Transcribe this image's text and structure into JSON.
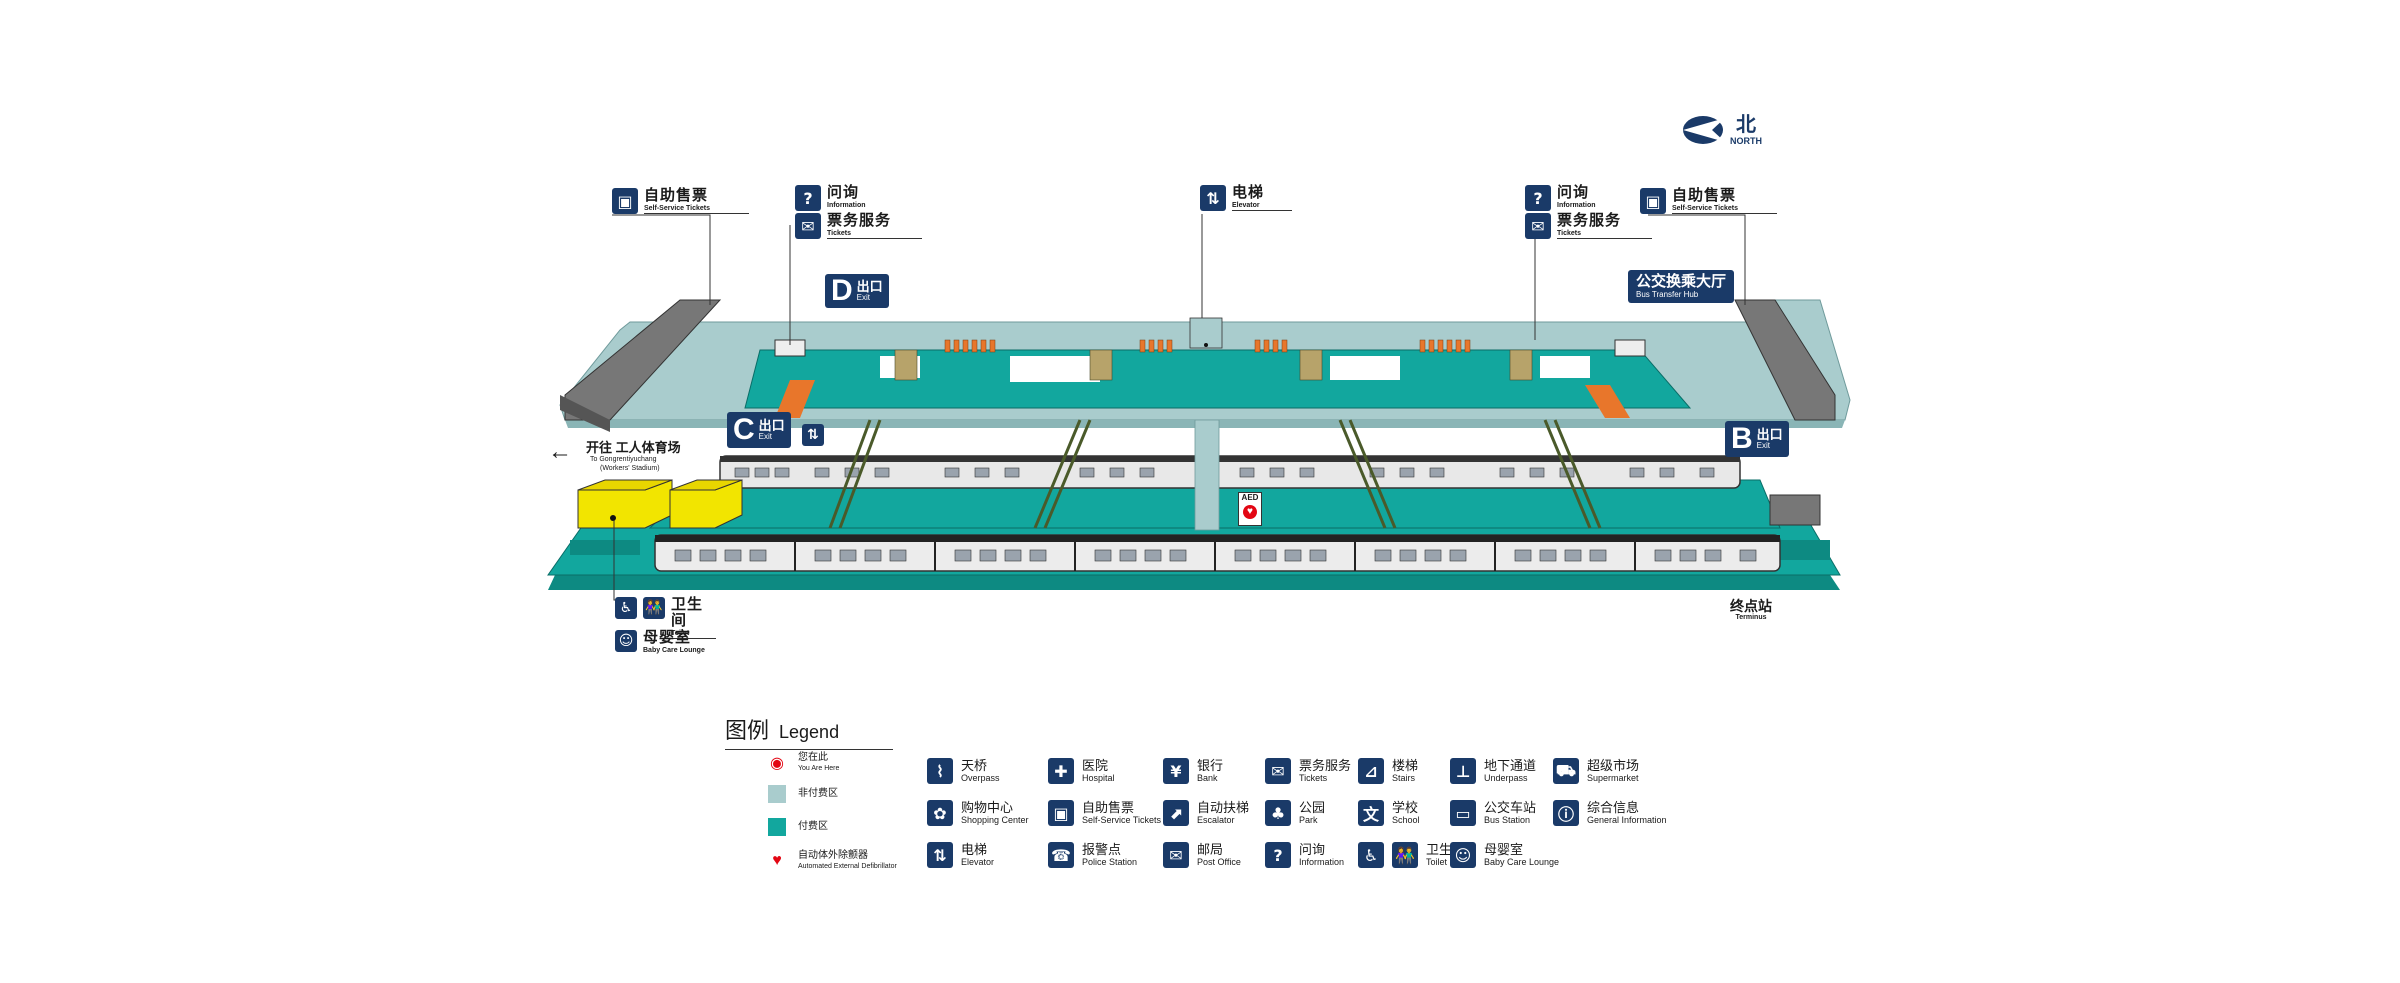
{
  "north": {
    "cn": "北",
    "en": "NORTH"
  },
  "callouts": {
    "self_service_left": {
      "cn": "自助售票",
      "en": "Self-Service Tickets",
      "icon": "ticket-machine-icon"
    },
    "info_left": {
      "cn": "问询",
      "en": "Information",
      "icon": "question-icon"
    },
    "tickets_left": {
      "cn": "票务服务",
      "en": "Tickets",
      "icon": "ticket-service-icon"
    },
    "elevator": {
      "cn": "电梯",
      "en": "Elevator",
      "icon": "elevator-icon"
    },
    "info_right": {
      "cn": "问询",
      "en": "Information",
      "icon": "question-icon"
    },
    "tickets_right": {
      "cn": "票务服务",
      "en": "Tickets",
      "icon": "ticket-service-icon"
    },
    "self_service_right": {
      "cn": "自助售票",
      "en": "Self-Service Tickets",
      "icon": "ticket-machine-icon"
    },
    "bus_hub": {
      "cn": "公交换乘大厅",
      "en": "Bus Transfer Hub"
    },
    "toilet": {
      "cn": "卫生间",
      "en": "Toilet"
    },
    "baby_care": {
      "cn": "母婴室",
      "en": "Baby Care Lounge"
    },
    "terminus": {
      "cn": "终点站",
      "en": "Terminus"
    },
    "aed": "AED"
  },
  "exits": {
    "D": {
      "letter": "D",
      "cn": "出口",
      "en": "Exit"
    },
    "C": {
      "letter": "C",
      "cn": "出口",
      "en": "Exit"
    },
    "B": {
      "letter": "B",
      "cn": "出口",
      "en": "Exit"
    }
  },
  "direction": {
    "arrow": "←",
    "cn": "开往 工人体育场",
    "en": "To Gongrentiyuchang",
    "en2": "(Workers' Stadium)"
  },
  "legend": {
    "title_cn": "图例",
    "title_en": "Legend",
    "zones": [
      {
        "cn": "您在此",
        "en": "You Are Here",
        "icon": "you-are-here-icon",
        "color": "#e30613"
      },
      {
        "cn": "非付费区",
        "en": "",
        "icon": "non-paid-area-swatch",
        "color": "#a9cccd"
      },
      {
        "cn": "付费区",
        "en": "",
        "icon": "paid-area-swatch",
        "color": "#12a79e"
      },
      {
        "cn": "自动体外除颤器",
        "en": "Automated External Defibrillator",
        "icon": "aed-icon",
        "color": "#e30613"
      }
    ],
    "items": [
      {
        "cn": "天桥",
        "en": "Overpass",
        "icon": "overpass-icon"
      },
      {
        "cn": "医院",
        "en": "Hospital",
        "icon": "hospital-icon"
      },
      {
        "cn": "银行",
        "en": "Bank",
        "icon": "bank-icon"
      },
      {
        "cn": "票务服务",
        "en": "Tickets",
        "icon": "ticket-service-icon"
      },
      {
        "cn": "楼梯",
        "en": "Stairs",
        "icon": "stairs-icon"
      },
      {
        "cn": "地下通道",
        "en": "Underpass",
        "icon": "underpass-icon"
      },
      {
        "cn": "超级市场",
        "en": "Supermarket",
        "icon": "supermarket-icon"
      },
      {
        "cn": "购物中心",
        "en": "Shopping Center",
        "icon": "shopping-center-icon"
      },
      {
        "cn": "自助售票",
        "en": "Self-Service Tickets",
        "icon": "ticket-machine-icon"
      },
      {
        "cn": "自动扶梯",
        "en": "Escalator",
        "icon": "escalator-icon"
      },
      {
        "cn": "公园",
        "en": "Park",
        "icon": "park-icon"
      },
      {
        "cn": "学校",
        "en": "School",
        "icon": "school-icon"
      },
      {
        "cn": "公交车站",
        "en": "Bus Station",
        "icon": "bus-station-icon"
      },
      {
        "cn": "综合信息",
        "en": "General Information",
        "icon": "general-info-icon"
      },
      {
        "cn": "电梯",
        "en": "Elevator",
        "icon": "elevator-icon"
      },
      {
        "cn": "报警点",
        "en": "Police Station",
        "icon": "police-icon"
      },
      {
        "cn": "邮局",
        "en": "Post Office",
        "icon": "post-office-icon"
      },
      {
        "cn": "问询",
        "en": "Information",
        "icon": "question-icon"
      },
      {
        "cn": "卫生间",
        "en": "Toilet",
        "icon": "toilet-icon"
      },
      {
        "cn": "母婴室",
        "en": "Baby Care Lounge",
        "icon": "baby-care-icon"
      }
    ]
  },
  "colors": {
    "sign": "#1a3a68",
    "paid": "#12a79e",
    "unpaid": "#a9cccd",
    "platform_side": "#0d8a82",
    "escalator": "#e8762b",
    "yellow": "#f2e500",
    "gray_block": "#6b6b6b"
  }
}
